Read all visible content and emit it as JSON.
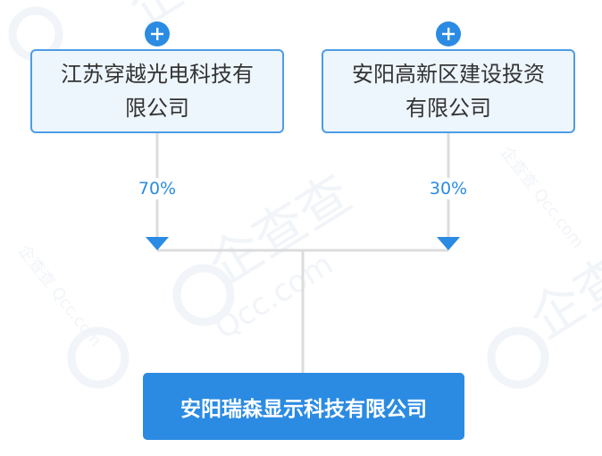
{
  "watermark": {
    "text": "企查查",
    "subtext": "Qcc.com",
    "repeat_text": "企查查 Qcc.com"
  },
  "shareholders": [
    {
      "name": "江苏穿越光电科技有限公司",
      "percent": "70%",
      "expand_icon": "plus-icon"
    },
    {
      "name": "安阳高新区建设投资有限公司",
      "percent": "30%",
      "expand_icon": "plus-icon"
    }
  ],
  "company": {
    "name": "安阳瑞森显示科技有限公司"
  },
  "colors": {
    "accent": "#2b8be3",
    "node_border": "#4e9ce6",
    "node_bg": "#eef6fd",
    "line": "#dcdcdc",
    "text": "#333333"
  }
}
